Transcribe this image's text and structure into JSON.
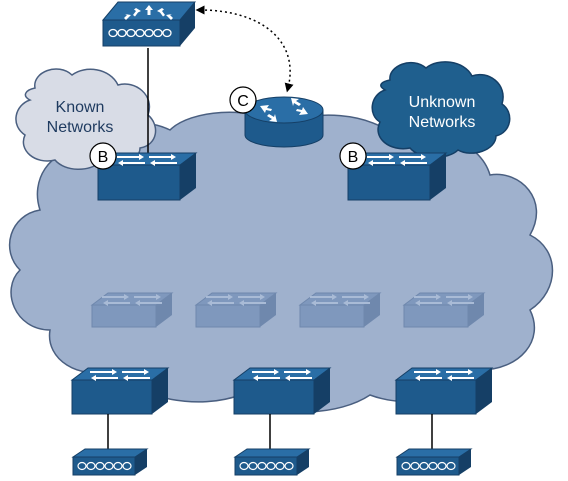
{
  "labels": {
    "known_cloud": [
      "Known",
      "Networks"
    ],
    "unknown_cloud": [
      "Unknown",
      "Networks"
    ],
    "badge_b_left": "B",
    "badge_b_right": "B",
    "badge_c": "C"
  },
  "colors": {
    "device_blue": "#1e5a8c",
    "device_top": "#2a6ea6",
    "device_dark": "#153f66",
    "cloud_fill": "#9fb1cd",
    "cloud_stroke": "#4a5f80",
    "known_cloud_fill": "#d8dce6",
    "unknown_cloud_fill": "#1f5f8e",
    "faded_switch": "#7f98bd"
  }
}
